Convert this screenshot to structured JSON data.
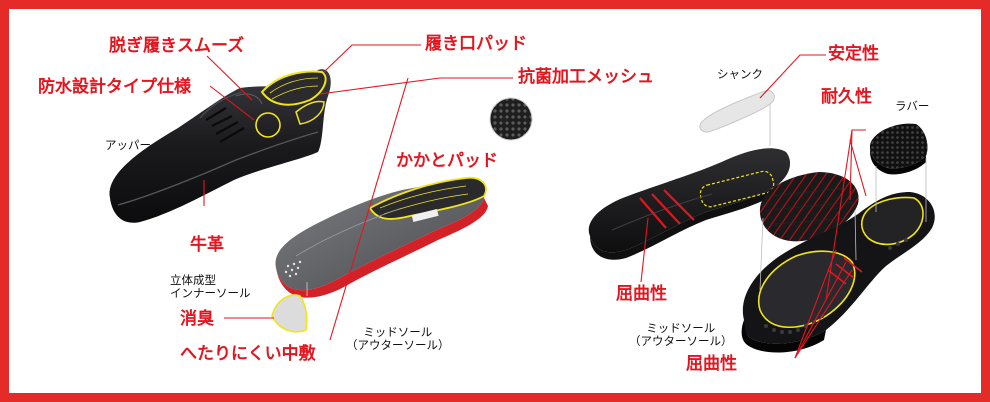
{
  "colors": {
    "frame": "#e52b27",
    "label_red": "#e3161f",
    "highlight": "#f2e41a",
    "leader": "#e3161f",
    "leather": "#1b1b1d",
    "insole_grey": "#5a5c60",
    "shank": "#e8e8e8"
  },
  "left": {
    "labels": {
      "smooth_slip": "脱ぎ履きスムーズ",
      "waterproof": "防水設計タイプ仕様",
      "upper": "アッパー",
      "cowhide": "牛革",
      "heel_collar_pad": "履き口パッド",
      "antibacterial_mesh": "抗菌加工メッシュ",
      "heel_pad": "かかとパッド",
      "insole_line1": "立体成型",
      "insole_line2": "インナーソール",
      "deodorize": "消臭",
      "wear_resistant": "へたりにくい中敷",
      "midsole_line1": "ミッドソール",
      "midsole_line2": "（アウターソール）"
    },
    "icons": [
      "shoe-upper-icon",
      "insole-icon",
      "mesh-swatch-icon",
      "deodorant-pad-icon"
    ]
  },
  "right": {
    "labels": {
      "shank": "シャンク",
      "stability": "安定性",
      "durability": "耐久性",
      "rubber": "ラバー",
      "flex1": "屈曲性",
      "midsole_line1": "ミッドソール",
      "midsole_line2": "（アウターソール）",
      "flex2": "屈曲性"
    },
    "icons": [
      "shank-plate-icon",
      "sole-top-icon",
      "rubber-heel-icon",
      "rubber-forefoot-icon",
      "outsole-icon"
    ]
  }
}
